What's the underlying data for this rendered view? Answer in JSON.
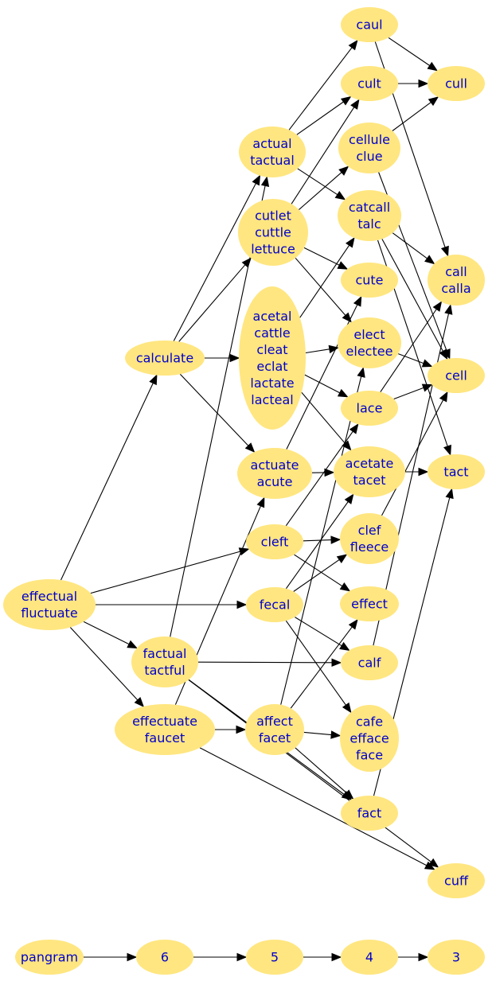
{
  "nodes": [
    {
      "id": "caul",
      "label": [
        "caul"
      ]
    },
    {
      "id": "cull",
      "label": [
        "cull"
      ]
    },
    {
      "id": "cult",
      "label": [
        "cult"
      ]
    },
    {
      "id": "actual",
      "label": [
        "actual",
        "tactual"
      ]
    },
    {
      "id": "cellule",
      "label": [
        "cellule",
        "clue"
      ]
    },
    {
      "id": "cutlet",
      "label": [
        "cutlet",
        "cuttle",
        "lettuce"
      ]
    },
    {
      "id": "catcall",
      "label": [
        "catcall",
        "talc"
      ]
    },
    {
      "id": "call",
      "label": [
        "call",
        "calla"
      ]
    },
    {
      "id": "cute",
      "label": [
        "cute"
      ]
    },
    {
      "id": "acetal",
      "label": [
        "acetal",
        "cattle",
        "cleat",
        "eclat",
        "lactate",
        "lacteal"
      ]
    },
    {
      "id": "calculate",
      "label": [
        "calculate"
      ]
    },
    {
      "id": "elect",
      "label": [
        "elect",
        "electee"
      ]
    },
    {
      "id": "cell",
      "label": [
        "cell"
      ]
    },
    {
      "id": "lace",
      "label": [
        "lace"
      ]
    },
    {
      "id": "actuate",
      "label": [
        "actuate",
        "acute"
      ]
    },
    {
      "id": "acetate",
      "label": [
        "acetate",
        "tacet"
      ]
    },
    {
      "id": "tact",
      "label": [
        "tact"
      ]
    },
    {
      "id": "cleft",
      "label": [
        "cleft"
      ]
    },
    {
      "id": "clef",
      "label": [
        "clef",
        "fleece"
      ]
    },
    {
      "id": "effectual",
      "label": [
        "effectual",
        "fluctuate"
      ]
    },
    {
      "id": "fecal",
      "label": [
        "fecal"
      ]
    },
    {
      "id": "effect",
      "label": [
        "effect"
      ]
    },
    {
      "id": "factual",
      "label": [
        "factual",
        "tactful"
      ]
    },
    {
      "id": "calf",
      "label": [
        "calf"
      ]
    },
    {
      "id": "effectuate",
      "label": [
        "effectuate",
        "faucet"
      ]
    },
    {
      "id": "affect",
      "label": [
        "affect",
        "facet"
      ]
    },
    {
      "id": "cafe",
      "label": [
        "cafe",
        "efface",
        "face"
      ]
    },
    {
      "id": "fact",
      "label": [
        "fact"
      ]
    },
    {
      "id": "cuff",
      "label": [
        "cuff"
      ]
    },
    {
      "id": "pangram",
      "label": [
        "pangram"
      ]
    },
    {
      "id": "n6",
      "label": [
        "6"
      ]
    },
    {
      "id": "n5",
      "label": [
        "5"
      ]
    },
    {
      "id": "n4",
      "label": [
        "4"
      ]
    },
    {
      "id": "n3",
      "label": [
        "3"
      ]
    }
  ],
  "edges": [
    [
      "caul",
      "cull"
    ],
    [
      "caul",
      "call"
    ],
    [
      "cult",
      "cull"
    ],
    [
      "cellule",
      "cull"
    ],
    [
      "cellule",
      "cell"
    ],
    [
      "actual",
      "caul"
    ],
    [
      "actual",
      "cult"
    ],
    [
      "actual",
      "catcall"
    ],
    [
      "cutlet",
      "cult"
    ],
    [
      "cutlet",
      "cellule"
    ],
    [
      "cutlet",
      "cute"
    ],
    [
      "cutlet",
      "elect"
    ],
    [
      "catcall",
      "call"
    ],
    [
      "catcall",
      "cell"
    ],
    [
      "catcall",
      "tact"
    ],
    [
      "calculate",
      "actual"
    ],
    [
      "calculate",
      "cutlet"
    ],
    [
      "calculate",
      "acetal"
    ],
    [
      "calculate",
      "actuate"
    ],
    [
      "acetal",
      "catcall"
    ],
    [
      "acetal",
      "elect"
    ],
    [
      "acetal",
      "lace"
    ],
    [
      "acetal",
      "acetate"
    ],
    [
      "elect",
      "cell"
    ],
    [
      "lace",
      "call"
    ],
    [
      "lace",
      "cell"
    ],
    [
      "acetate",
      "tact"
    ],
    [
      "actuate",
      "cute"
    ],
    [
      "actuate",
      "acetate"
    ],
    [
      "cleft",
      "lace"
    ],
    [
      "cleft",
      "clef"
    ],
    [
      "cleft",
      "effect"
    ],
    [
      "clef",
      "cell"
    ],
    [
      "effectual",
      "calculate"
    ],
    [
      "effectual",
      "cleft"
    ],
    [
      "effectual",
      "fecal"
    ],
    [
      "effectual",
      "factual"
    ],
    [
      "effectual",
      "effectuate"
    ],
    [
      "fecal",
      "acetate"
    ],
    [
      "fecal",
      "clef"
    ],
    [
      "fecal",
      "calf"
    ],
    [
      "fecal",
      "cafe"
    ],
    [
      "factual",
      "actual"
    ],
    [
      "factual",
      "calf"
    ],
    [
      "factual",
      "fact"
    ],
    [
      "factual",
      "cuff"
    ],
    [
      "calf",
      "call"
    ],
    [
      "effectuate",
      "actuate"
    ],
    [
      "effectuate",
      "affect"
    ],
    [
      "effectuate",
      "cuff"
    ],
    [
      "affect",
      "elect"
    ],
    [
      "affect",
      "effect"
    ],
    [
      "affect",
      "cafe"
    ],
    [
      "affect",
      "fact"
    ],
    [
      "fact",
      "tact"
    ],
    [
      "pangram",
      "n6"
    ],
    [
      "n6",
      "n5"
    ],
    [
      "n5",
      "n4"
    ],
    [
      "n4",
      "n3"
    ]
  ]
}
